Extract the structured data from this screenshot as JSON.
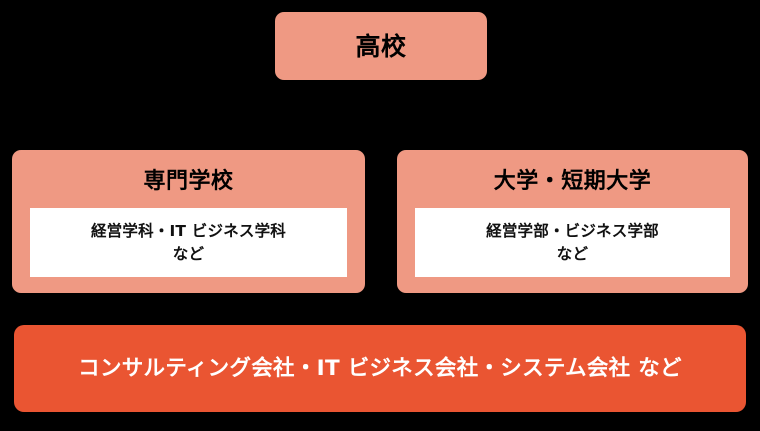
{
  "diagram": {
    "background_color": "#000000",
    "palette": {
      "node_fill": "#EF9983",
      "career_fill": "#EA5532",
      "body_fill": "#FFFFFF",
      "text_dark": "#000000",
      "text_light": "#FFFFFF"
    },
    "nodes": {
      "highschool": {
        "title": "高校"
      },
      "vocational": {
        "title": "専門学校",
        "body": "経営学科・IT ビジネス学科\nなど",
        "body_line1": "経営学科・IT ビジネス学科",
        "body_line2": "など"
      },
      "university": {
        "title": "大学・短期大学",
        "body": "経営学部・ビジネス学部\nなど",
        "body_line1": "経営学部・ビジネス学部",
        "body_line2": "など"
      },
      "careers": {
        "title": "コンサルティング会社・IT ビジネス会社・システム会社 など"
      }
    }
  }
}
